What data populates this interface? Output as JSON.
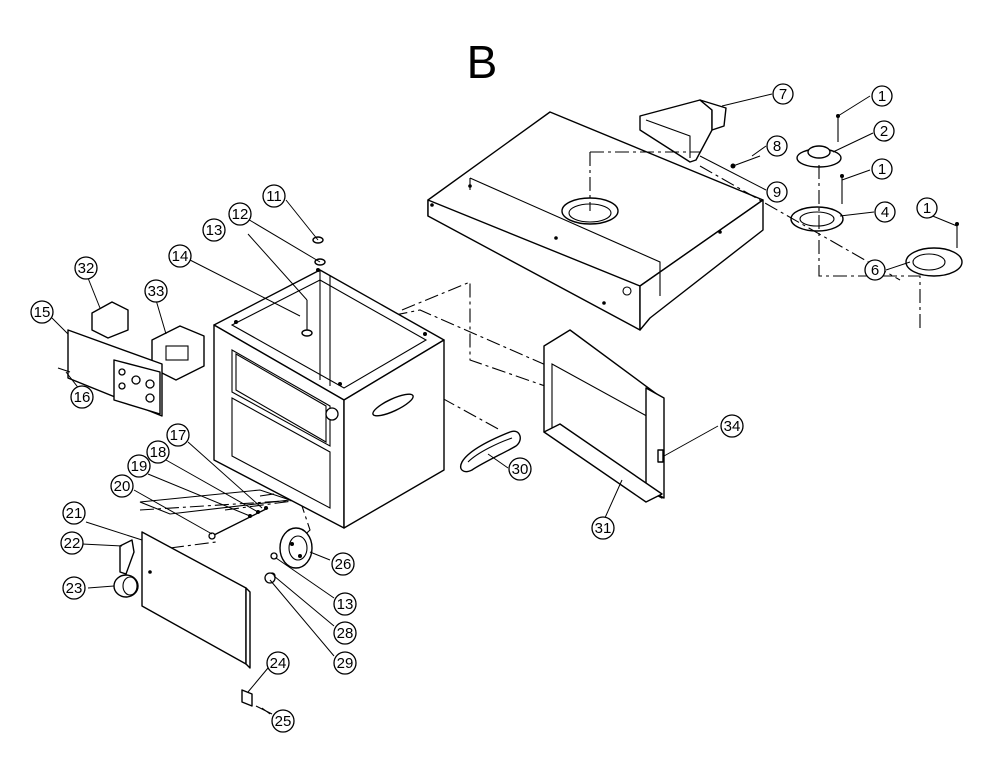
{
  "diagram": {
    "title": "B",
    "callouts": [
      {
        "id": "c1a",
        "label": "1"
      },
      {
        "id": "c2",
        "label": "2"
      },
      {
        "id": "c1b",
        "label": "1"
      },
      {
        "id": "c4",
        "label": "4"
      },
      {
        "id": "c1c",
        "label": "1"
      },
      {
        "id": "c6",
        "label": "6"
      },
      {
        "id": "c7",
        "label": "7"
      },
      {
        "id": "c8",
        "label": "8"
      },
      {
        "id": "c9",
        "label": "9"
      },
      {
        "id": "c11",
        "label": "11"
      },
      {
        "id": "c12",
        "label": "12"
      },
      {
        "id": "c13a",
        "label": "13"
      },
      {
        "id": "c14",
        "label": "14"
      },
      {
        "id": "c32",
        "label": "32"
      },
      {
        "id": "c33",
        "label": "33"
      },
      {
        "id": "c15",
        "label": "15"
      },
      {
        "id": "c16",
        "label": "16"
      },
      {
        "id": "c17",
        "label": "17"
      },
      {
        "id": "c18",
        "label": "18"
      },
      {
        "id": "c19",
        "label": "19"
      },
      {
        "id": "c20",
        "label": "20"
      },
      {
        "id": "c21",
        "label": "21"
      },
      {
        "id": "c22",
        "label": "22"
      },
      {
        "id": "c23",
        "label": "23"
      },
      {
        "id": "c24",
        "label": "24"
      },
      {
        "id": "c25",
        "label": "25"
      },
      {
        "id": "c26",
        "label": "26"
      },
      {
        "id": "c13b",
        "label": "13"
      },
      {
        "id": "c28",
        "label": "28"
      },
      {
        "id": "c29",
        "label": "29"
      },
      {
        "id": "c30",
        "label": "30"
      },
      {
        "id": "c31",
        "label": "31"
      },
      {
        "id": "c34",
        "label": "34"
      }
    ]
  },
  "colors": {
    "line": "#000000",
    "background": "#ffffff"
  }
}
